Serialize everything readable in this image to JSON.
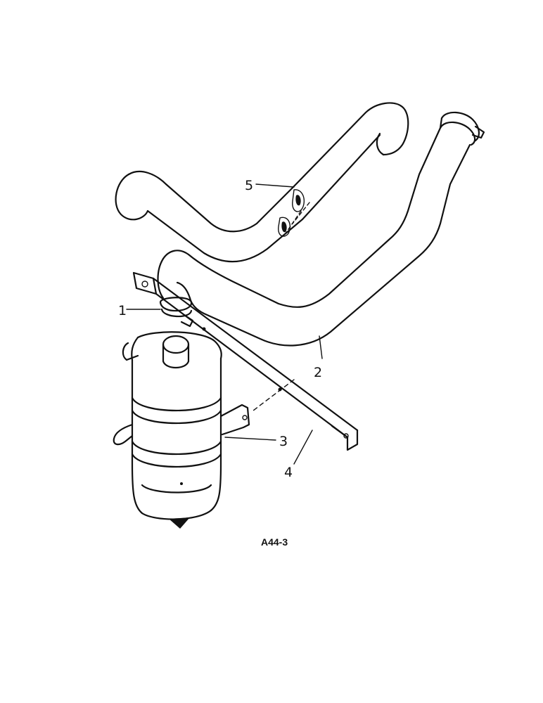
{
  "callouts": [
    {
      "id": "1",
      "label": "1"
    },
    {
      "id": "2",
      "label": "2"
    },
    {
      "id": "3",
      "label": "3"
    },
    {
      "id": "4",
      "label": "4"
    },
    {
      "id": "5",
      "label": "5"
    }
  ],
  "figure_id": "A44-3"
}
